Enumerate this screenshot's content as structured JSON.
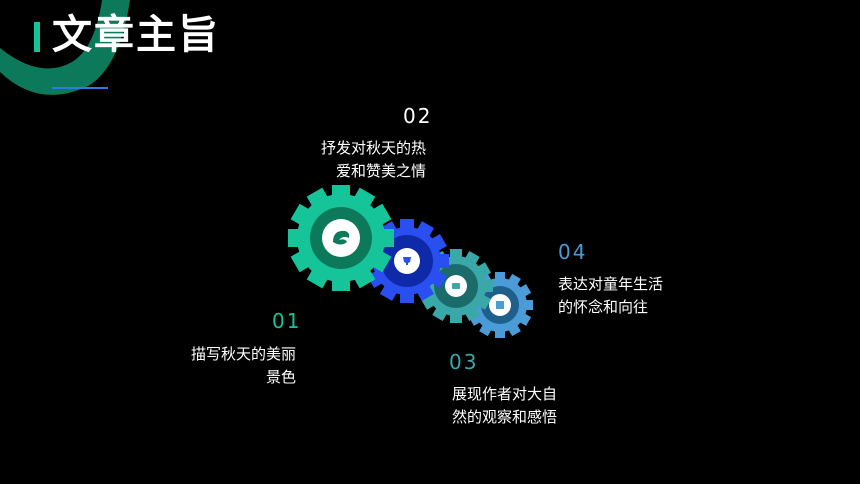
{
  "title": "文章主旨",
  "items": [
    {
      "num": "01",
      "lines": [
        "描写秋天的美丽",
        "景色"
      ],
      "num_color": "#16c49a"
    },
    {
      "num": "02",
      "lines": [
        "抒发对秋天的热",
        "爱和赞美之情"
      ],
      "num_color": "#ffffff"
    },
    {
      "num": "03",
      "lines": [
        "展现作者对大自",
        "然的观察和感悟"
      ],
      "num_color": "#3aa8a8"
    },
    {
      "num": "04",
      "lines": [
        "表达对童年生活",
        "的怀念和向往"
      ],
      "num_color": "#4a9bd6"
    }
  ],
  "colors": {
    "accent_green": "#16c49a",
    "gear_blue": "#2a4ff0",
    "gear_teal": "#3aa8a8",
    "gear_sky": "#4a9bd6",
    "underline_blue": "#2c7be5"
  },
  "icons": [
    "leaf-icon",
    "trophy-icon",
    "camera-icon",
    "book-icon"
  ]
}
